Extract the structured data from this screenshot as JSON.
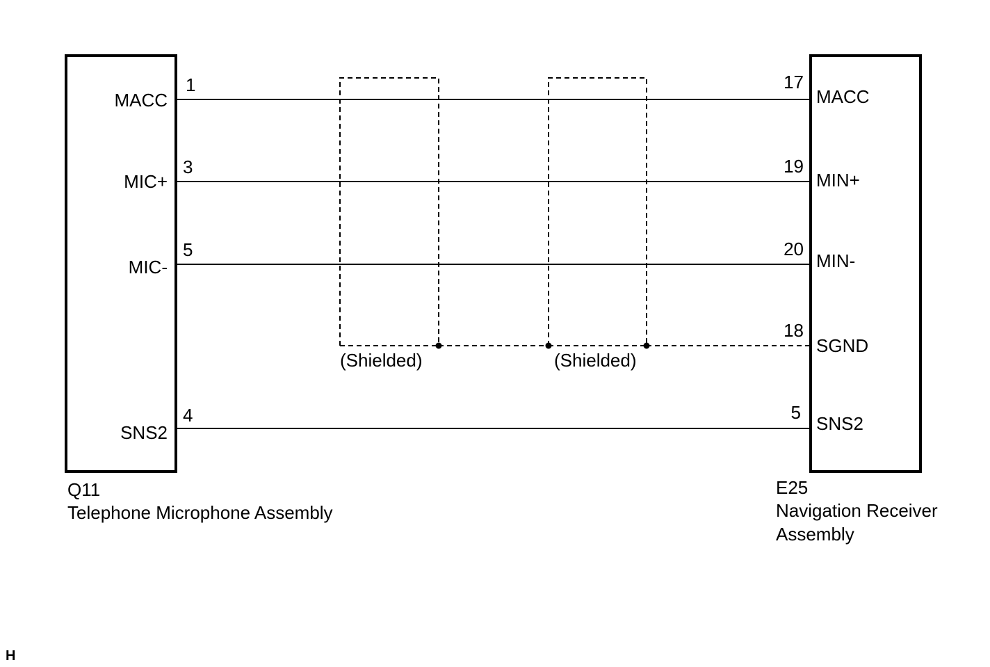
{
  "left_connector": {
    "code": "Q11",
    "name": "Telephone Microphone Assembly",
    "terminals": [
      {
        "label": "MACC",
        "pin": "1"
      },
      {
        "label": "MIC+",
        "pin": "3"
      },
      {
        "label": "MIC-",
        "pin": "5"
      },
      {
        "label": "SNS2",
        "pin": "4"
      }
    ]
  },
  "right_connector": {
    "code": "E25",
    "name_line1": "Navigation Receiver",
    "name_line2": "Assembly",
    "terminals": [
      {
        "label": "MACC",
        "pin": "17"
      },
      {
        "label": "MIN+",
        "pin": "19"
      },
      {
        "label": "MIN-",
        "pin": "20"
      },
      {
        "label": "SGND",
        "pin": "18"
      },
      {
        "label": "SNS2",
        "pin": "5"
      }
    ]
  },
  "shields": [
    {
      "label": "(Shielded)"
    },
    {
      "label": "(Shielded)"
    }
  ],
  "corner_tag": "H",
  "colors": {
    "ink": "#000000",
    "background": "#ffffff"
  }
}
